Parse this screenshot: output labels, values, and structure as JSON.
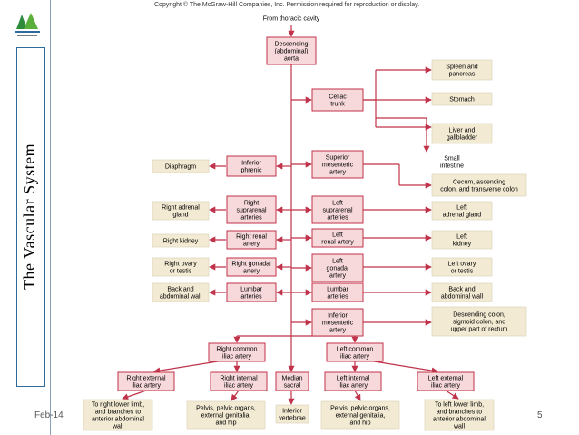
{
  "slide": {
    "title": "The Vascular System",
    "footer_left": "Feb-14",
    "footer_right": "5",
    "copyright": "Copyright © The McGraw-Hill Companies, Inc. Permission required for reproduction or display."
  },
  "colors": {
    "box_fill": "#f7d9db",
    "box_border": "#c0334a",
    "tan_fill": "#f2ead3",
    "arrow": "#c0334a"
  },
  "nodes": {
    "from_thoracic": [
      "From thoracic cavity"
    ],
    "descending_aorta": [
      "Descending",
      "(abdominal)",
      "aorta"
    ],
    "celiac": [
      "Celiac",
      "trunk"
    ],
    "spleen": [
      "Spleen and",
      "pancreas"
    ],
    "stomach": [
      "Stomach"
    ],
    "liver": [
      "Liver and",
      "gallbladder"
    ],
    "small_intestine": [
      "Small",
      "intestine"
    ],
    "sup_mesenteric": [
      "Superior",
      "mesenteric",
      "artery"
    ],
    "cecum": [
      "Cecum, ascending",
      "colon, and transverse colon"
    ],
    "inf_phrenic": [
      "Inferior",
      "phrenic"
    ],
    "diaphragm": [
      "Diaphragm"
    ],
    "r_suprarenal": [
      "Right",
      "suprarenal",
      "arteries"
    ],
    "l_suprarenal": [
      "Left",
      "suprarenal",
      "arteries"
    ],
    "r_adrenal": [
      "Right adrenal",
      "gland"
    ],
    "l_adrenal": [
      "Left",
      "adrenal gland"
    ],
    "r_renal": [
      "Right renal",
      "artery"
    ],
    "l_renal": [
      "Left",
      "renal artery"
    ],
    "r_kidney": [
      "Right kidney"
    ],
    "l_kidney": [
      "Left",
      "kidney"
    ],
    "r_gonadal": [
      "Right gonadal",
      "artery"
    ],
    "l_gonadal": [
      "Left",
      "gonadal",
      "artery"
    ],
    "r_ovary": [
      "Right ovary",
      "or testis"
    ],
    "l_ovary": [
      "Left ovary",
      "or testis"
    ],
    "r_lumbar": [
      "Lumbar",
      "arteries"
    ],
    "l_lumbar": [
      "Lumbar",
      "arteries"
    ],
    "r_back": [
      "Back and",
      "abdominal wall"
    ],
    "l_back": [
      "Back and",
      "abdominal wall"
    ],
    "inf_mesenteric": [
      "Inferior",
      "mesenteric",
      "artery"
    ],
    "desc_colon": [
      "Descending colon,",
      "sigmoid colon, and",
      "upper part of rectum"
    ],
    "r_common_iliac": [
      "Right common",
      "iliac artery"
    ],
    "l_common_iliac": [
      "Left common",
      "iliac artery"
    ],
    "r_ext_iliac": [
      "Right external",
      "iliac artery"
    ],
    "r_int_iliac": [
      "Right internal",
      "iliac artery"
    ],
    "median_sacral": [
      "Median",
      "sacral"
    ],
    "l_int_iliac": [
      "Left internal",
      "iliac artery"
    ],
    "l_ext_iliac": [
      "Left external",
      "iliac artery"
    ],
    "r_lower_limb": [
      "To right lower limb,",
      "and branches to",
      "anterior abdominal",
      "wall"
    ],
    "r_pelvis": [
      "Pelvis, pelvic organs,",
      "external genitalia,",
      "and hip"
    ],
    "inf_vertebrae": [
      "Inferior",
      "vertebrae"
    ],
    "l_pelvis": [
      "Pelvis, pelvic organs,",
      "external genitalia,",
      "and hip"
    ],
    "l_lower_limb": [
      "To left lower limb,",
      "and branches to",
      "anterior abdominal",
      "wall"
    ]
  }
}
